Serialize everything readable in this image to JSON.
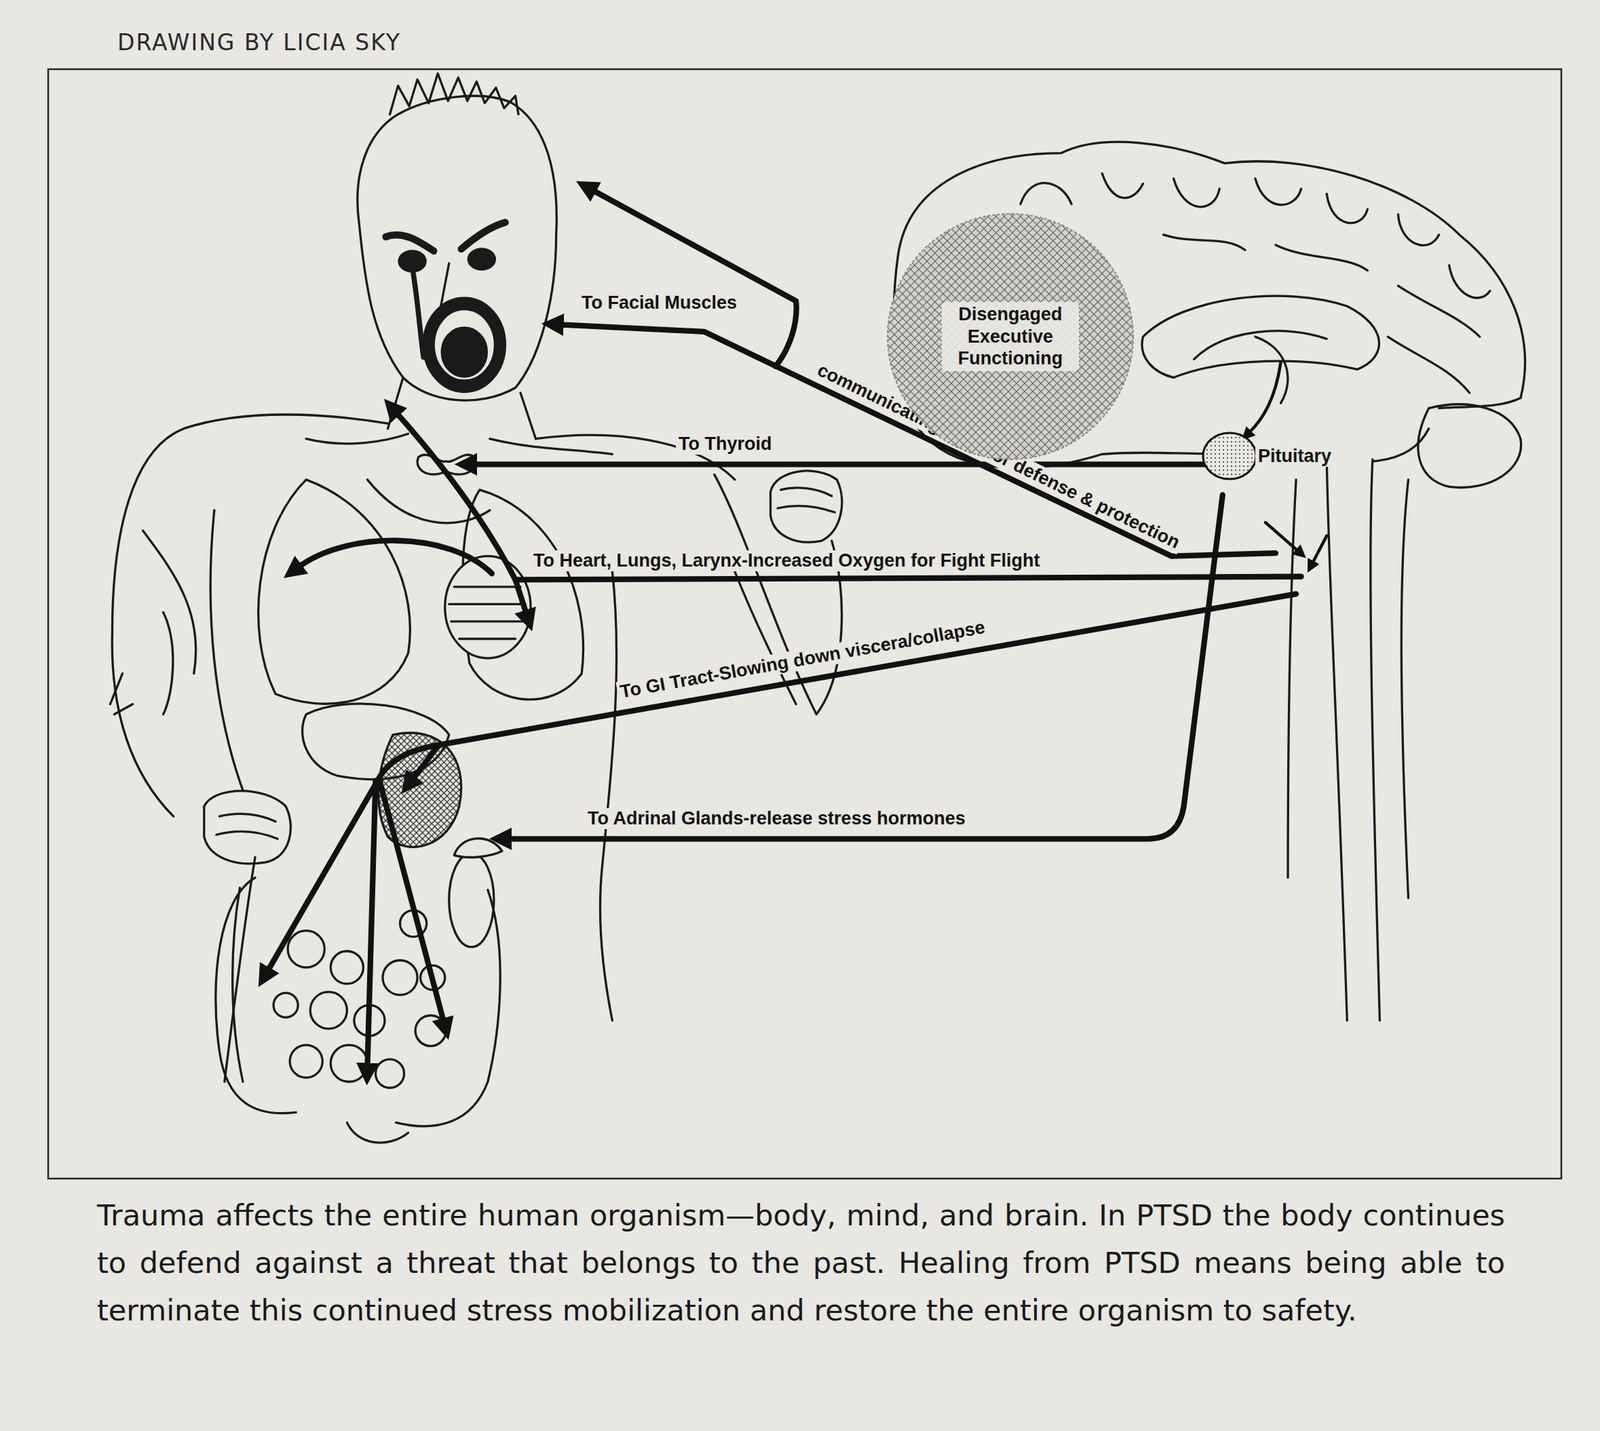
{
  "diagram": {
    "caption": "Trauma affects the entire human organism—body, mind, and brain. In PTSD the body continues to defend against a threat that belongs to the past. Healing from PTSD means being able to terminate this continued stress mobilization and restore the entire organism to safety.",
    "nodes": [
      {
        "text": [
          "Disengaged Executive Functioning"
        ]
      },
      {
        "text": [
          "Pituitary"
        ]
      }
    ],
    "labels": [
      "DRAWING BY LICIA SKY",
      "To Facial Muscles",
      "communicating need for defense & protection",
      "To Thyroid",
      "To Heart, Lungs, Larynx-Increased Oxygen for Fight Flight",
      "To GI Tract-Slowing down viscera/collapse",
      "To Adrinal Glands-release stress hormones"
    ]
  }
}
